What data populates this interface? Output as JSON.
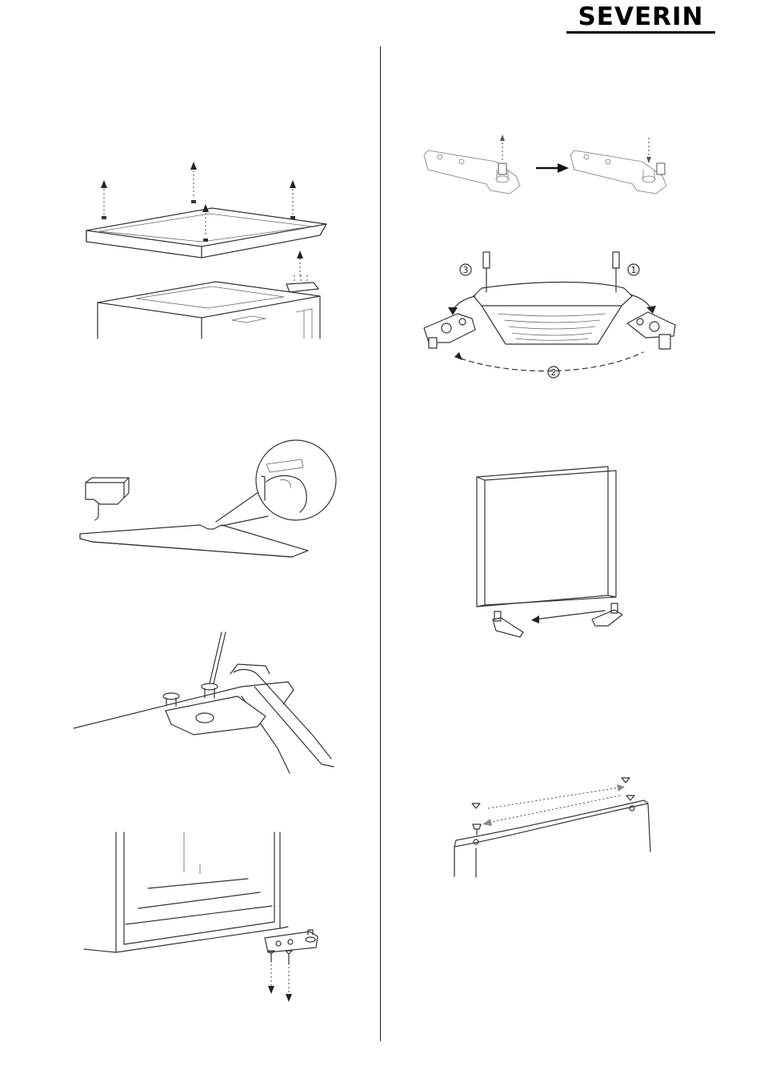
{
  "brand": {
    "name": "SEVERIN",
    "color": "#000000"
  },
  "figures": {
    "left": [
      {
        "name": "top-cover-removal",
        "icon": "top-cover-exploded-drawing"
      },
      {
        "name": "cover-plate-bracket",
        "icon": "cover-bracket-drawing"
      },
      {
        "name": "upper-hinge-screws",
        "icon": "screwdriver-hinge-drawing"
      },
      {
        "name": "lower-hinge-removal",
        "icon": "lower-hinge-drawing"
      }
    ],
    "right": [
      {
        "name": "hinge-pin-swap",
        "icon": "hinge-pin-drawing"
      },
      {
        "name": "bottom-hinge-rotation",
        "icon": "rotation-steps-drawing",
        "step_labels": [
          "3",
          "1",
          "2"
        ]
      },
      {
        "name": "door-hinge-transfer",
        "icon": "door-drawing"
      },
      {
        "name": "door-plug-swap",
        "icon": "door-plug-drawing"
      }
    ]
  }
}
